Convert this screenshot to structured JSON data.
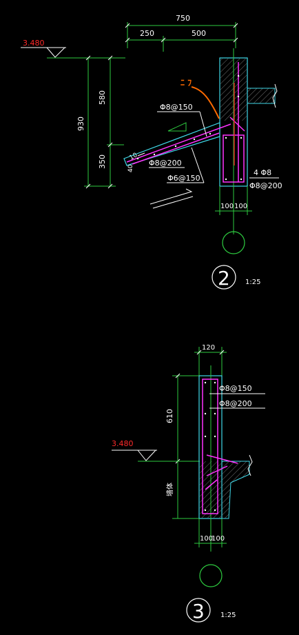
{
  "colors": {
    "background": "#000000",
    "dimension_line": "#2ecc40",
    "structure_outline": "#3fd8e8",
    "rebar": "#ff33ff",
    "text": "#ffffff",
    "elevation": "#ff2a2a",
    "annotation": "#ff6a00",
    "hatch": "#8a8a8a"
  },
  "detail2": {
    "dim_top_total": "750",
    "dim_top_left": "250",
    "dim_top_right": "500",
    "elevation": "3.480",
    "dim_580": "580",
    "dim_930": "930",
    "dim_350": "350",
    "dim_small": "10",
    "dim_side_small": "40",
    "rebar_top": "Φ8@150",
    "rebar_mid": "Φ8@200",
    "rebar_bottom": "Φ6@150",
    "rebar_right_1": "4 Φ8",
    "rebar_right_2": "Φ8@200",
    "dim_bottom_left": "100",
    "dim_bottom_right": "100",
    "section_number": "2",
    "scale": "1:25"
  },
  "detail3": {
    "dim_top": "120",
    "dim_610": "610",
    "elevation": "3.480",
    "side_label": "墙体",
    "rebar_1": "Φ8@150",
    "rebar_2": "Φ8@200",
    "dim_bottom_left": "100",
    "dim_bottom_right": "100",
    "section_number": "3",
    "scale": "1:25"
  }
}
